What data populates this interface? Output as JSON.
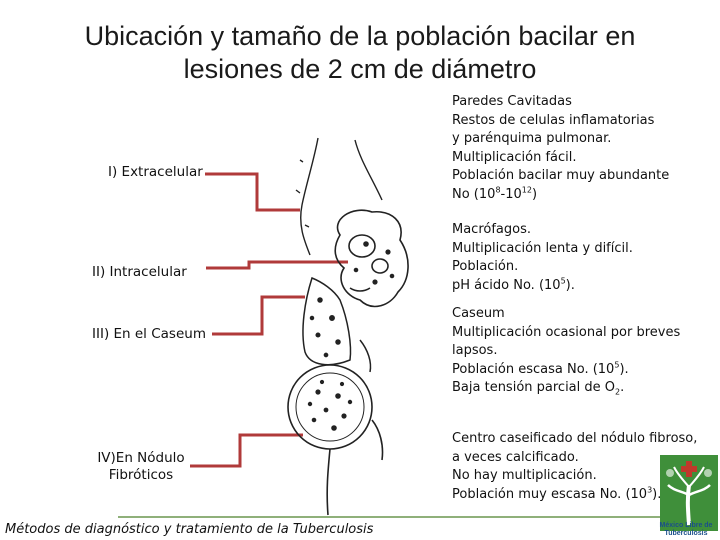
{
  "title": {
    "line1": "Ubicación y tamaño de la población bacilar en",
    "line2": "lesiones de 2 cm de diámetro"
  },
  "labels": {
    "extracelular": "I) Extracelular",
    "intracelular": "II) Intracelular",
    "caseum": "III) En el Caseum",
    "nodulo_line1": "IV)En Nódulo",
    "nodulo_line2": "Fibróticos"
  },
  "descriptions": {
    "d1": {
      "l1": "Paredes  Cavitadas",
      "l2": "Restos de celulas inflamatorias",
      "l3": "y parénquima pulmonar.",
      "l4": "Multiplicación fácil.",
      "l5": "Población bacilar muy abundante",
      "l6_pre": "No (10",
      "l6_exp1": "8",
      "l6_mid": "-10",
      "l6_exp2": "12",
      "l6_post": ")"
    },
    "d2": {
      "l1": "Macrófagos.",
      "l2": "Multiplicación lenta y difícil.",
      "l3": "Población.",
      "l4_pre": "pH ácido No. (10",
      "l4_exp": "5",
      "l4_post": ")."
    },
    "d3": {
      "l1": "Caseum",
      "l2": "Multiplicación ocasional por breves",
      "l3": "lapsos.",
      "l4_pre": "Población escasa No. (10",
      "l4_exp": "5",
      "l4_post": ").",
      "l5_pre": "Baja tensión parcial de O",
      "l5_sub": "2",
      "l5_post": "."
    },
    "d4": {
      "l1": "Centro caseificado del nódulo fibroso,",
      "l2": "a veces calcificado.",
      "l3": "No hay multiplicación.",
      "l4_pre": "Población muy escasa No. (10",
      "l4_exp": "3",
      "l4_post": ")."
    }
  },
  "footer": "Métodos de diagnóstico y tratamiento de la Tuberculosis",
  "logo": {
    "line1": "México Libre de",
    "line2": "Tuberculosis"
  },
  "colors": {
    "connector": "#b03a3a",
    "footer_bar": "#8fb07a",
    "logo_green": "#3f8f3a",
    "logo_red": "#c0392b",
    "logo_text": "#1b4f8a"
  }
}
